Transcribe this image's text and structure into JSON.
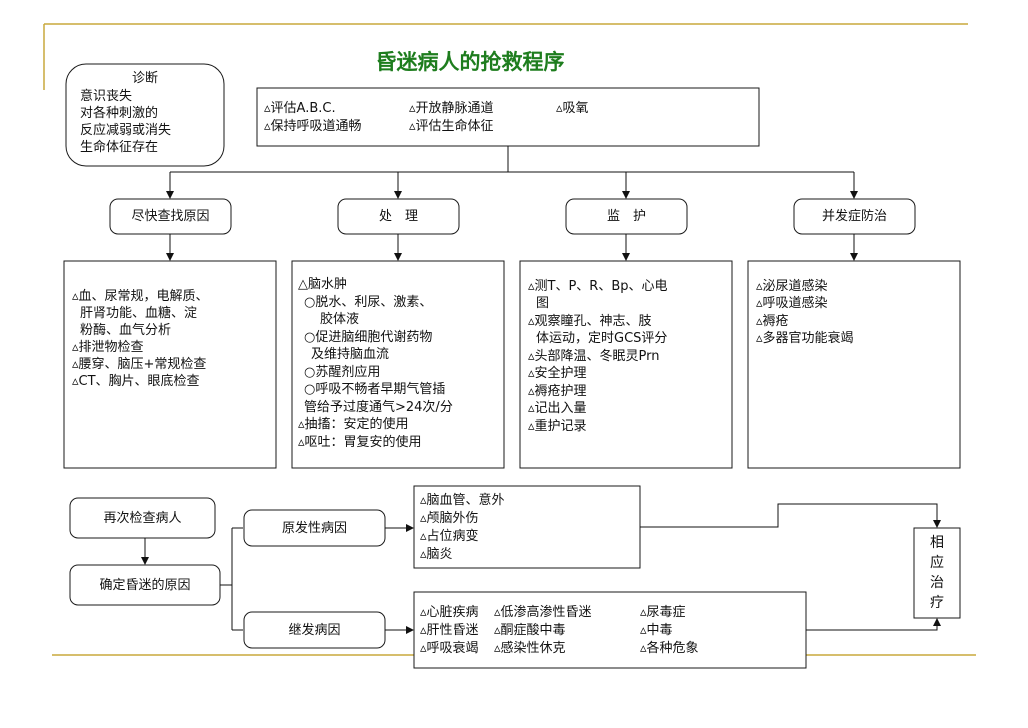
{
  "title": "昏迷病人的抢救程序",
  "diagnosis": {
    "label": "诊断",
    "lines": [
      "意识丧失",
      "对各种刺激的",
      "反应减弱或消失",
      "生命体征存在"
    ]
  },
  "top_box": {
    "items": [
      "▵评估A.B.C.",
      "▵开放静脉通道",
      "▵吸氧",
      "▵保持呼吸道通畅",
      "▵评估生命体征"
    ]
  },
  "branches": [
    {
      "label": "尽快查找原因",
      "details": [
        "▵血、尿常规，电解质、",
        "肝肾功能、血糖、淀",
        "粉酶、血气分析",
        "▵排泄物检查",
        "▵腰穿、脑压+常规检查",
        "▵CT、胸片、眼底检查"
      ]
    },
    {
      "label": "处　理",
      "details": [
        "△脑水肿",
        "○脱水、利尿、激素、",
        "胶体液",
        "○促进脑细胞代谢药物",
        "及维持脑血流",
        "○苏醒剂应用",
        "○呼吸不畅者早期气管插",
        "管给予过度通气>24次/分",
        "▵抽搐：安定的使用",
        "▵呕吐：胃复安的使用"
      ]
    },
    {
      "label": "监　护",
      "details": [
        "▵测T、P、R、Bp、心电",
        "图",
        "▵观察瞳孔、神志、肢",
        "体运动，定时GCS评分",
        "▵头部降温、冬眠灵Prn",
        "▵安全护理",
        "▵褥疮护理",
        "▵记出入量",
        "▵重护记录"
      ]
    },
    {
      "label": "并发症防治",
      "details": [
        "▵泌尿道感染",
        "▵呼吸道感染",
        "▵褥疮",
        "▵多器官功能衰竭"
      ]
    }
  ],
  "recheck": "再次检查病人",
  "determine": "确定昏迷的原因",
  "primary": {
    "label": "原发性病因",
    "items": [
      "▵脑血管、意外",
      "▵颅脑外伤",
      "▵占位病变",
      "▵脑炎"
    ]
  },
  "secondary": {
    "label": "继发病因",
    "col1": [
      "▵心脏疾病",
      "▵肝性昏迷",
      "▵呼吸衰竭"
    ],
    "col2": [
      "▵低渗高渗性昏迷",
      "▵酮症酸中毒",
      "▵感染性休克"
    ],
    "col3": [
      "▵尿毒症",
      "▵中毒",
      "▵各种危象"
    ]
  },
  "treatment": "相应治疗",
  "colors": {
    "title": "#1e7d1e",
    "frame_line": "#c8a93c",
    "box_border": "#1a1a1a"
  }
}
